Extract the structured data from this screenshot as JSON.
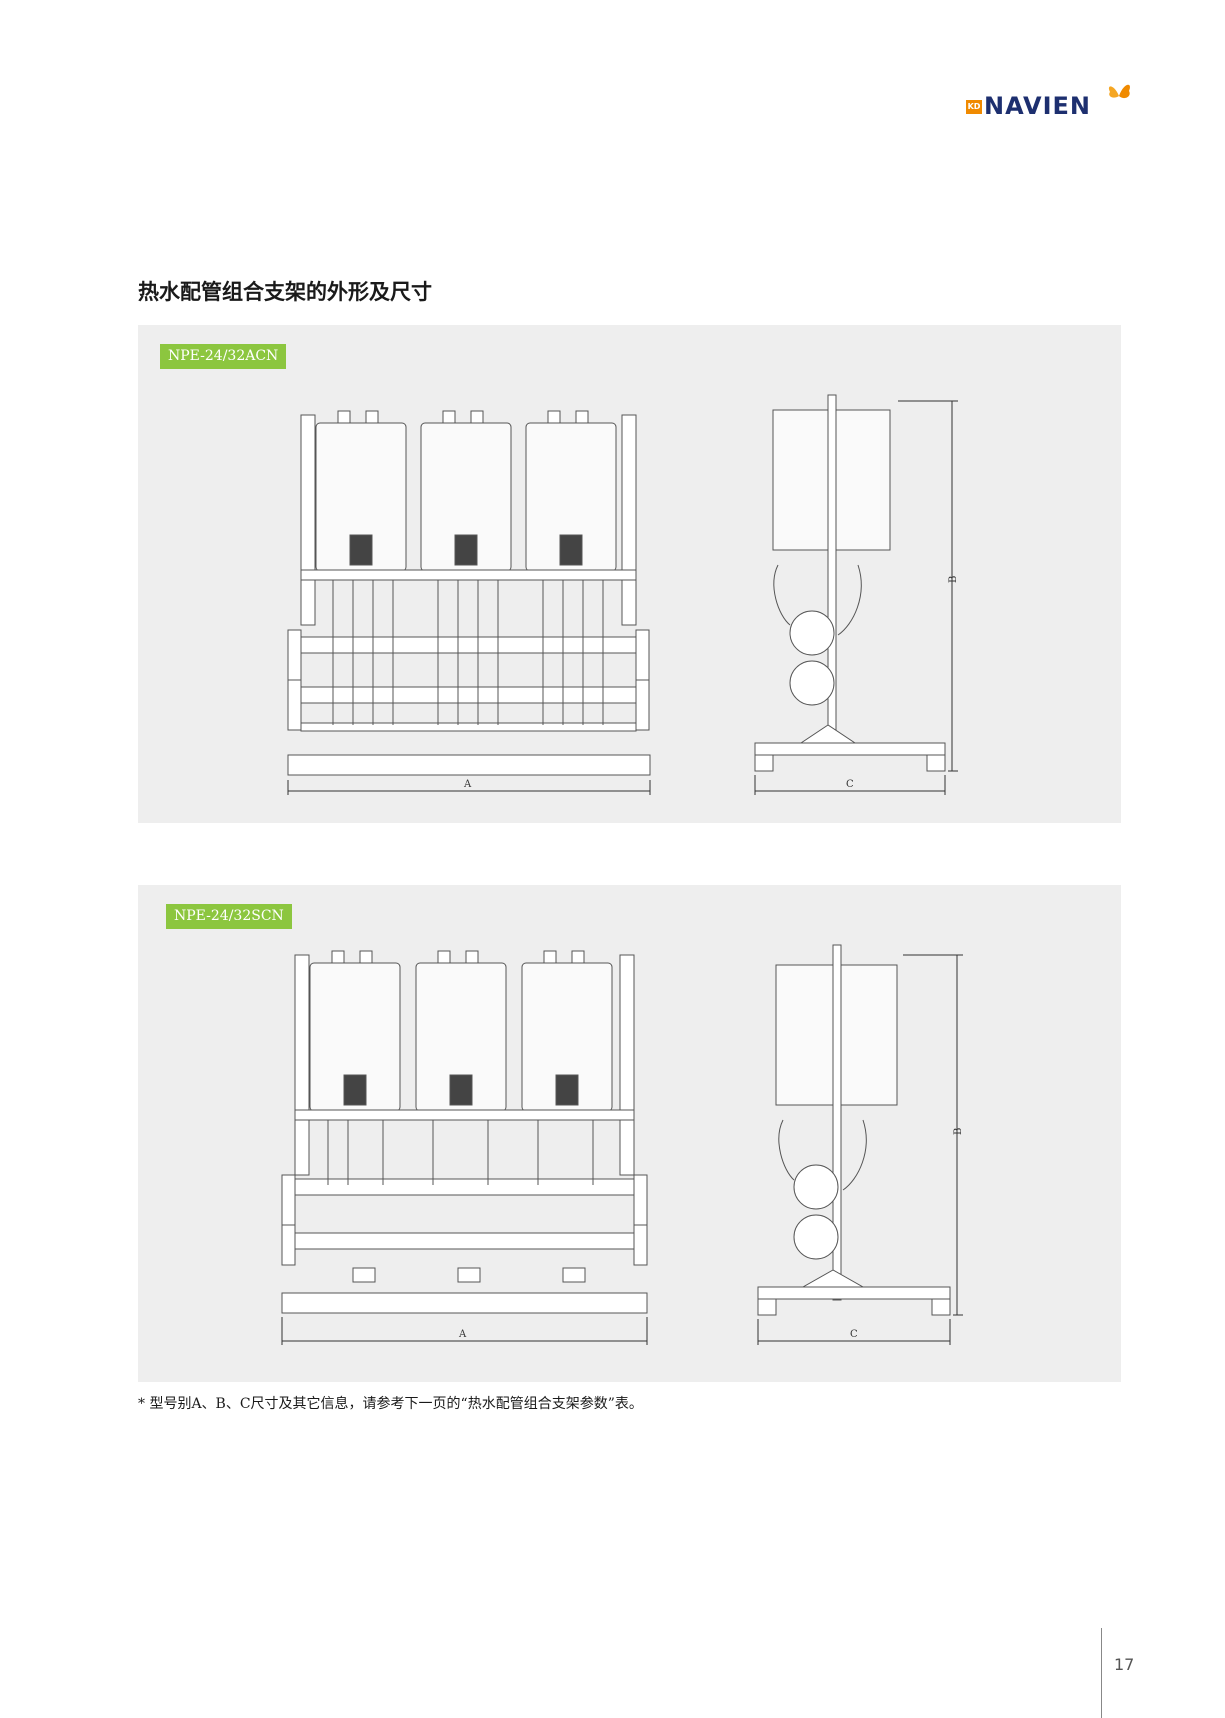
{
  "brand": {
    "badge": "KD",
    "name": "NAVIEN",
    "logo_icon": "butterfly-icon",
    "accent": "#f08a00",
    "text_color": "#1d2f6f"
  },
  "section_title": "热水配管组合支架的外形及尺寸",
  "panels": [
    {
      "model": "NPE-24/32ACN",
      "dims": {
        "a": "A",
        "b": "B",
        "c": "C"
      }
    },
    {
      "model": "NPE-24/32SCN",
      "dims": {
        "a": "A",
        "b": "B",
        "c": "C"
      }
    }
  ],
  "footnote": "* 型号别A、B、C尺寸及其它信息，请参考下一页的“热水配管组合支架参数”表。",
  "page_number": "17",
  "colors": {
    "panel_bg": "#eeeeee",
    "tag_bg": "#8cc63f"
  }
}
